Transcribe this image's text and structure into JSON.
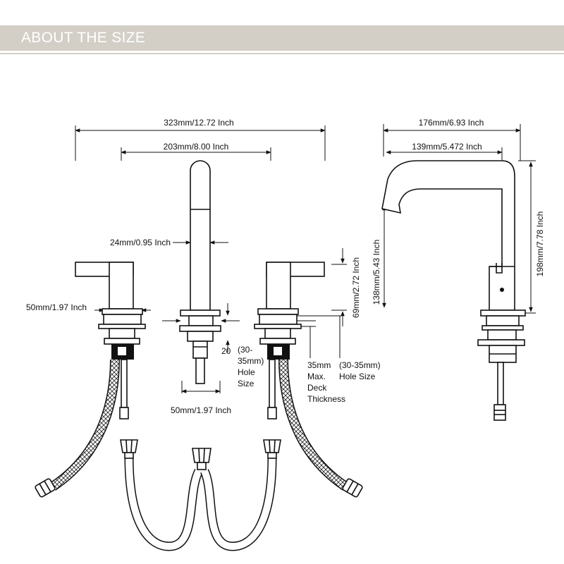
{
  "banner": {
    "title": "ABOUT THE SIZE"
  },
  "dimensions": {
    "overall_width": "323mm/12.72 Inch",
    "spread": "203mm/8.00 Inch",
    "spout_diameter": "24mm/0.95 Inch",
    "handle_base": "50mm/1.97 Inch",
    "base_width": "50mm/1.97 Inch",
    "handle_height": "69mm/2.72 Inch",
    "hole_20": "20",
    "hole_30_35_line1": "(30-",
    "hole_30_35_line2": "35mm)",
    "hole_30_35_line3": "Hole",
    "hole_30_35_line4": "Size",
    "deck_line1": "35mm",
    "deck_line2": "Max.",
    "deck_line3": "Deck",
    "deck_line4": "Thickness",
    "hole_size_line1": "(30-35mm)",
    "hole_size_line2": "Hole Size",
    "side_reach": "176mm/6.93 Inch",
    "side_inner": "139mm/5.472 Inch",
    "spout_height": "138mm/5.43 Inch",
    "total_height": "198mm/7.78 Inch"
  },
  "colors": {
    "banner": "#d3cfc7",
    "banner_text": "#ffffff",
    "line": "#111111"
  }
}
